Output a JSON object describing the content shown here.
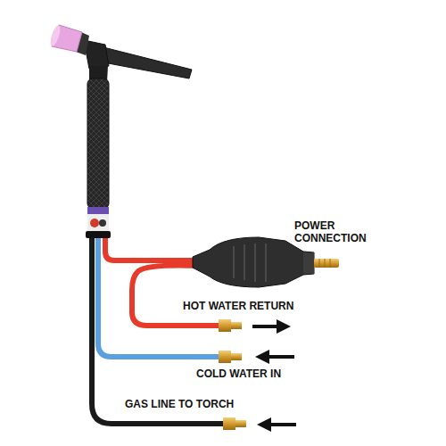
{
  "diagram": {
    "labels": [
      "POWER CONNECTION",
      "HOT WATER RETURN",
      "COLD WATER IN",
      "GAS LINE TO TORCH"
    ]
  }
}
